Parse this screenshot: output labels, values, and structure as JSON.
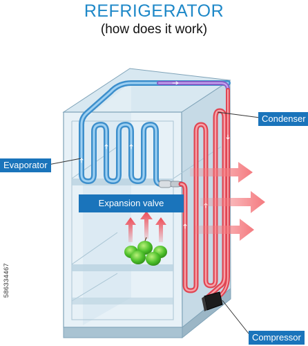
{
  "title": "REFRIGERATOR",
  "subtitle": "(how does it work)",
  "labels": {
    "condenser": "Condenser",
    "evaporator": "Evaporator",
    "expansion_valve": "Expansion valve",
    "compressor": "Compressor"
  },
  "stock_id": "586334467",
  "colors": {
    "title": "#1e88c8",
    "label_bg": "#1a74bb",
    "cold_pipe": "#5aa8e0",
    "hot_pipe": "#e85a66",
    "heat_arrow": "#f47a7f",
    "cabinet": "#cfe0ea",
    "apple": "#44b528"
  }
}
